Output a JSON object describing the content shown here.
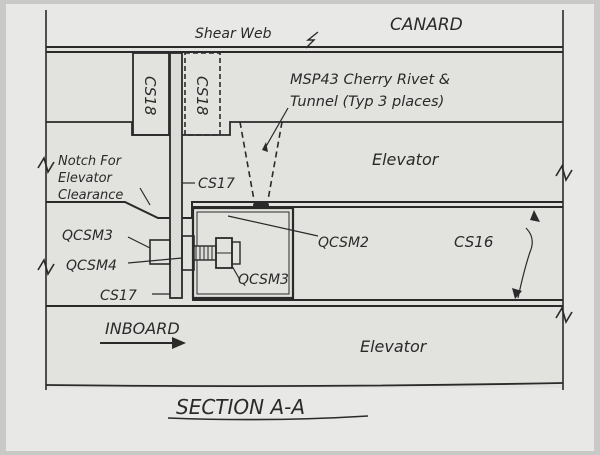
{
  "title": "SECTION A-A",
  "labels": {
    "shear_web": "Shear Web",
    "canard": "CANARD",
    "elevator_upper": "Elevator",
    "elevator_lower": "Elevator",
    "inboard": "INBOARD",
    "msp_line1": "MSP43 Cherry Rivet &",
    "msp_line2": "Tunnel (Typ 3 places)",
    "notch_line1": "Notch For",
    "notch_line2": "Elevator",
    "notch_line3": "Clearance",
    "cs18_left": "CS18",
    "cs18_right": "CS18",
    "cs17_upper": "CS17",
    "cs17_lower": "CS17",
    "cs16": "CS16",
    "qcsm2": "QCSM2",
    "qcsm3_left": "QCSM3",
    "qcsm3_right": "QCSM3",
    "qcsm4": "QCSM4"
  },
  "colors": {
    "paper": "#e8e8e6",
    "ink": "#2a2a2a",
    "shade": "#d9d9d6"
  }
}
